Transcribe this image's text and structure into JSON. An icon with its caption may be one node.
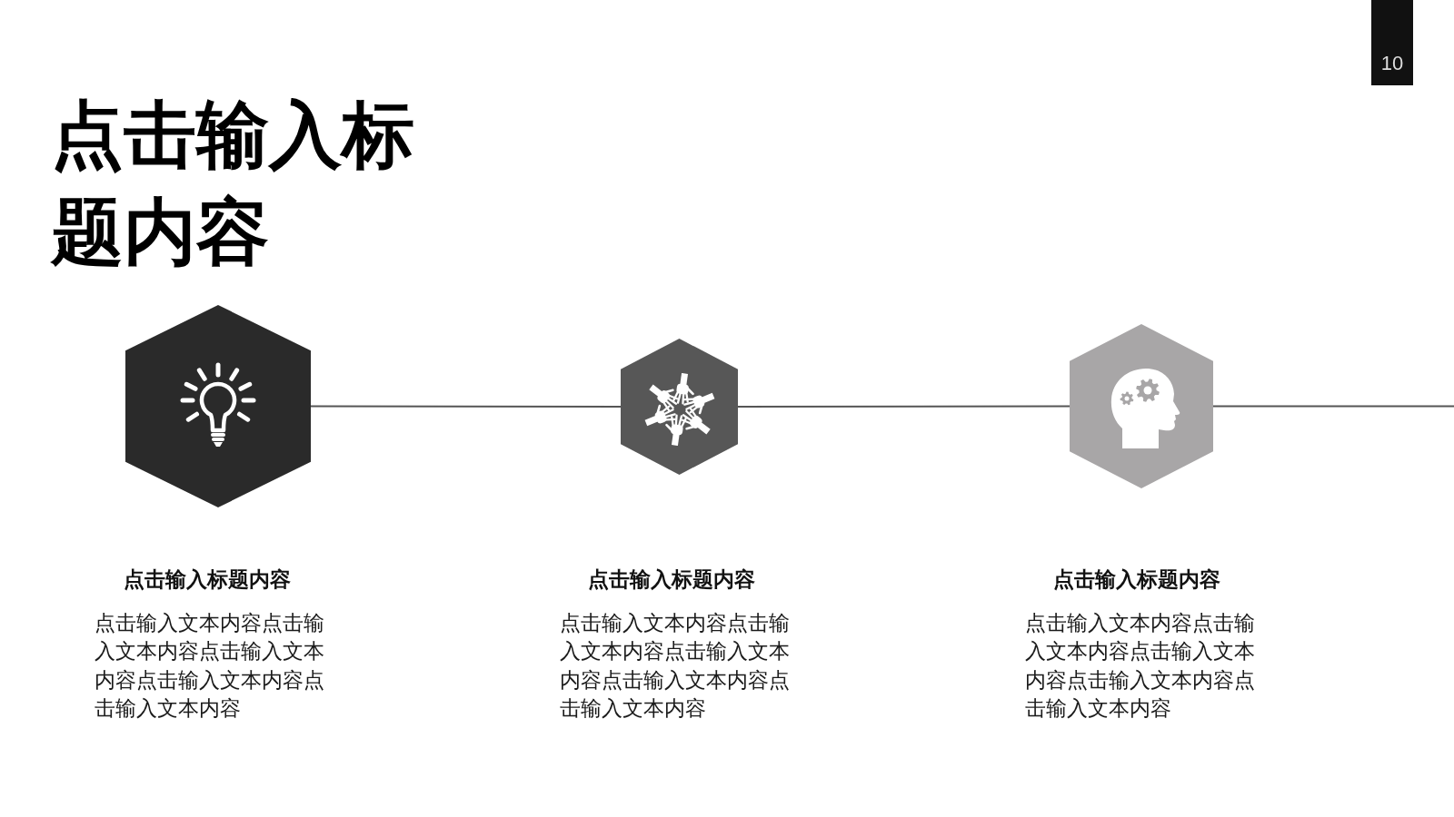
{
  "diagram": {
    "title": "点击输入标题内容",
    "nodes": [
      {
        "text": [
          "10"
        ]
      },
      {
        "text": [],
        "shape": "hexagon",
        "beside": [
          "点击输入标题内容",
          "点击输入文本内容点击输入文本内容点击输入文本内容点击输入文本内容点击输入文本内容"
        ]
      },
      {
        "text": [],
        "shape": "hexagon",
        "beside": [
          "点击输入标题内容",
          "点击输入文本内容点击输入文本内容点击输入文本内容点击输入文本内容点击输入文本内容"
        ]
      },
      {
        "text": [],
        "shape": "hexagon",
        "beside": [
          "点击输入标题内容",
          "点击输入文本内容点击输入文本内容点击输入文本内容点击输入文本内容点击输入文本内容"
        ]
      }
    ],
    "edges": [
      {
        "from": 1,
        "to": 2,
        "arrow": "none"
      },
      {
        "from": 2,
        "to": 3,
        "arrow": "none"
      },
      {
        "from": 3,
        "to": null,
        "arrow": "none"
      }
    ]
  }
}
